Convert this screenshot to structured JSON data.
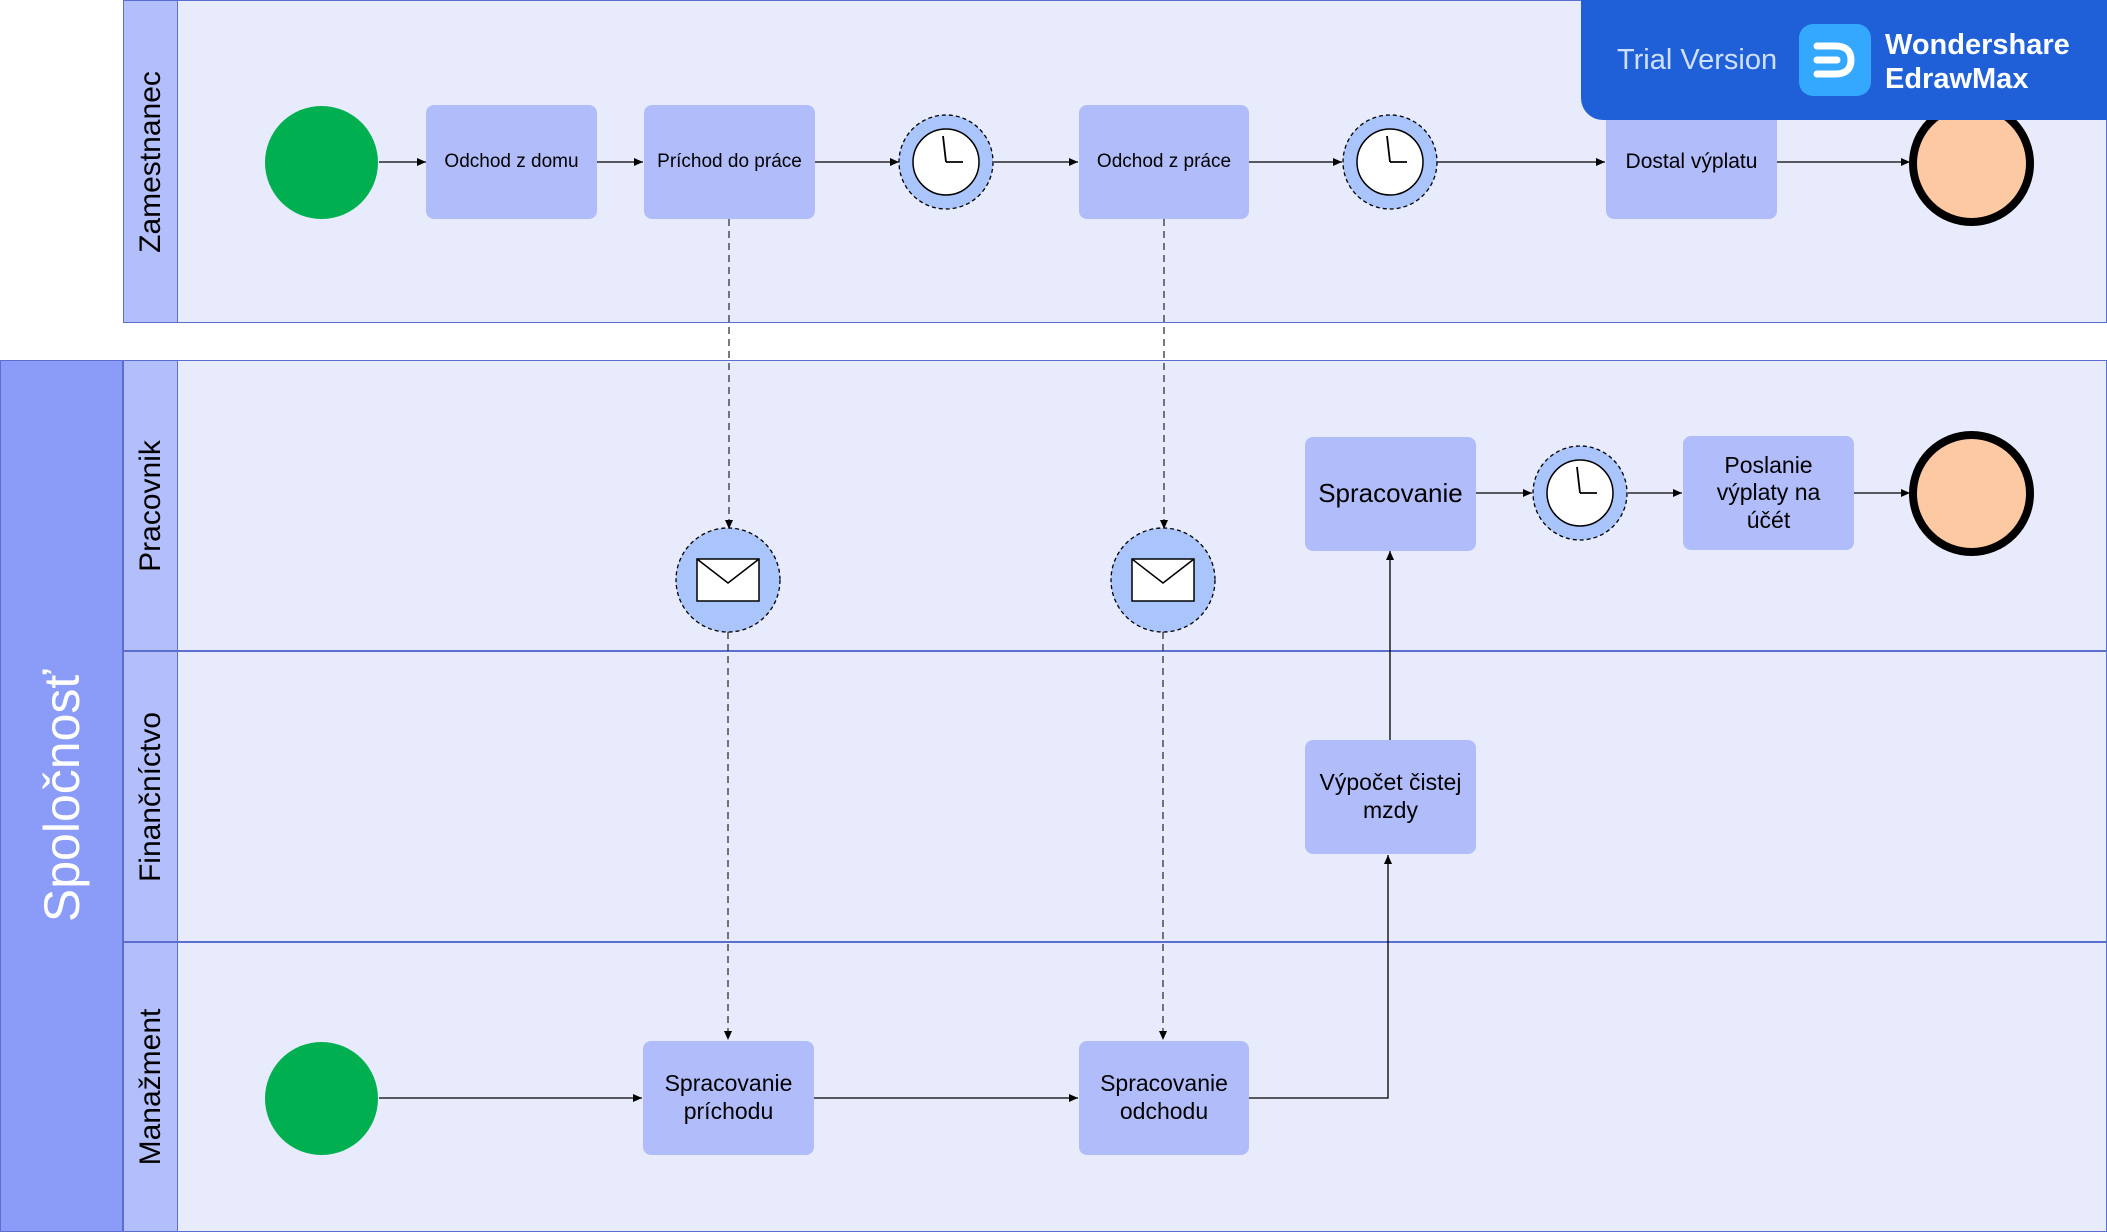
{
  "pool": {
    "label": "Spoločnosť"
  },
  "lanes": {
    "zamestnanec": "Zamestnanec",
    "pracovnik": "Pracovnik",
    "financnictvo": "Finančníctvo",
    "manazment": "Manažment"
  },
  "tasks": {
    "odchod_z_domu": "Odchod z domu",
    "prichod_do_prace": "Príchod do práce",
    "odchod_z_prace": "Odchod z práce",
    "dostal_vyplatu": "Dostal výplatu",
    "spracovanie": "Spracovanie",
    "poslanie_vyplaty": "Poslanie výplaty na účét",
    "vypocet_mzdy": "Výpočet čistej mzdy",
    "spracovanie_prichodu": "Spracovanie príchodu",
    "spracovanie_odchodu": "Spracovanie odchodu"
  },
  "banner": {
    "trial": "Trial Version",
    "product_line1": "Wondershare",
    "product_line2": "EdrawMax"
  },
  "colors": {
    "lane_fill": "#e8ebfc",
    "task_fill": "#b0bdfa",
    "start_event": "#00b050",
    "end_event": "#fdc9a3",
    "banner": "#1f5fd8"
  }
}
